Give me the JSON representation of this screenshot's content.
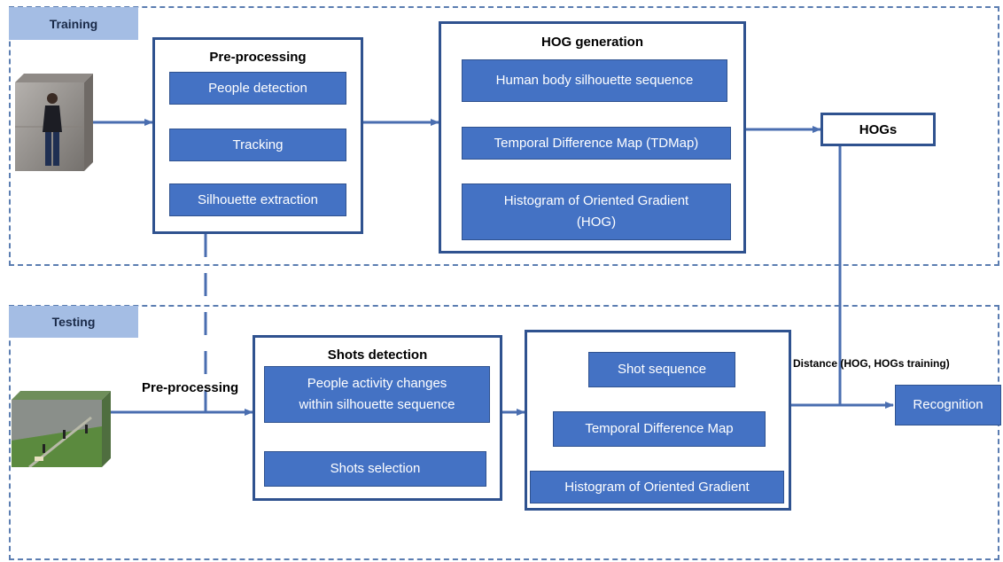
{
  "colors": {
    "step_fill": "#4472c4",
    "step_border": "#2f528f",
    "frame_dash": "#5b7db1",
    "section_tag": "#a4bde4",
    "connector": "#4a6eb0",
    "down_arrow": "#000000"
  },
  "training": {
    "label": "Training",
    "photo_icon": "person-standing-photo-icon",
    "preprocessing": {
      "title": "Pre-processing",
      "steps": [
        "People detection",
        "Tracking",
        "Silhouette extraction"
      ]
    },
    "hog_generation": {
      "title": "HOG generation",
      "steps": [
        "Human body silhouette sequence",
        "Temporal Difference Map (TDMap)",
        [
          "Histogram of Oriented Gradient",
          "(HOG)"
        ]
      ]
    },
    "output": "HOGs"
  },
  "testing": {
    "label": "Testing",
    "photo_icon": "outdoor-scene-photo-icon",
    "preprocessing_label": "Pre-processing",
    "shots_detection": {
      "title": "Shots detection",
      "steps": [
        [
          "People activity changes",
          "within silhouette sequence"
        ],
        "Shots selection"
      ]
    },
    "hog_steps": [
      "Shot sequence",
      "Temporal Difference Map",
      "Histogram of Oriented Gradient"
    ],
    "distance_label": "Distance (HOG, HOGs training)",
    "output": "Recognition"
  }
}
